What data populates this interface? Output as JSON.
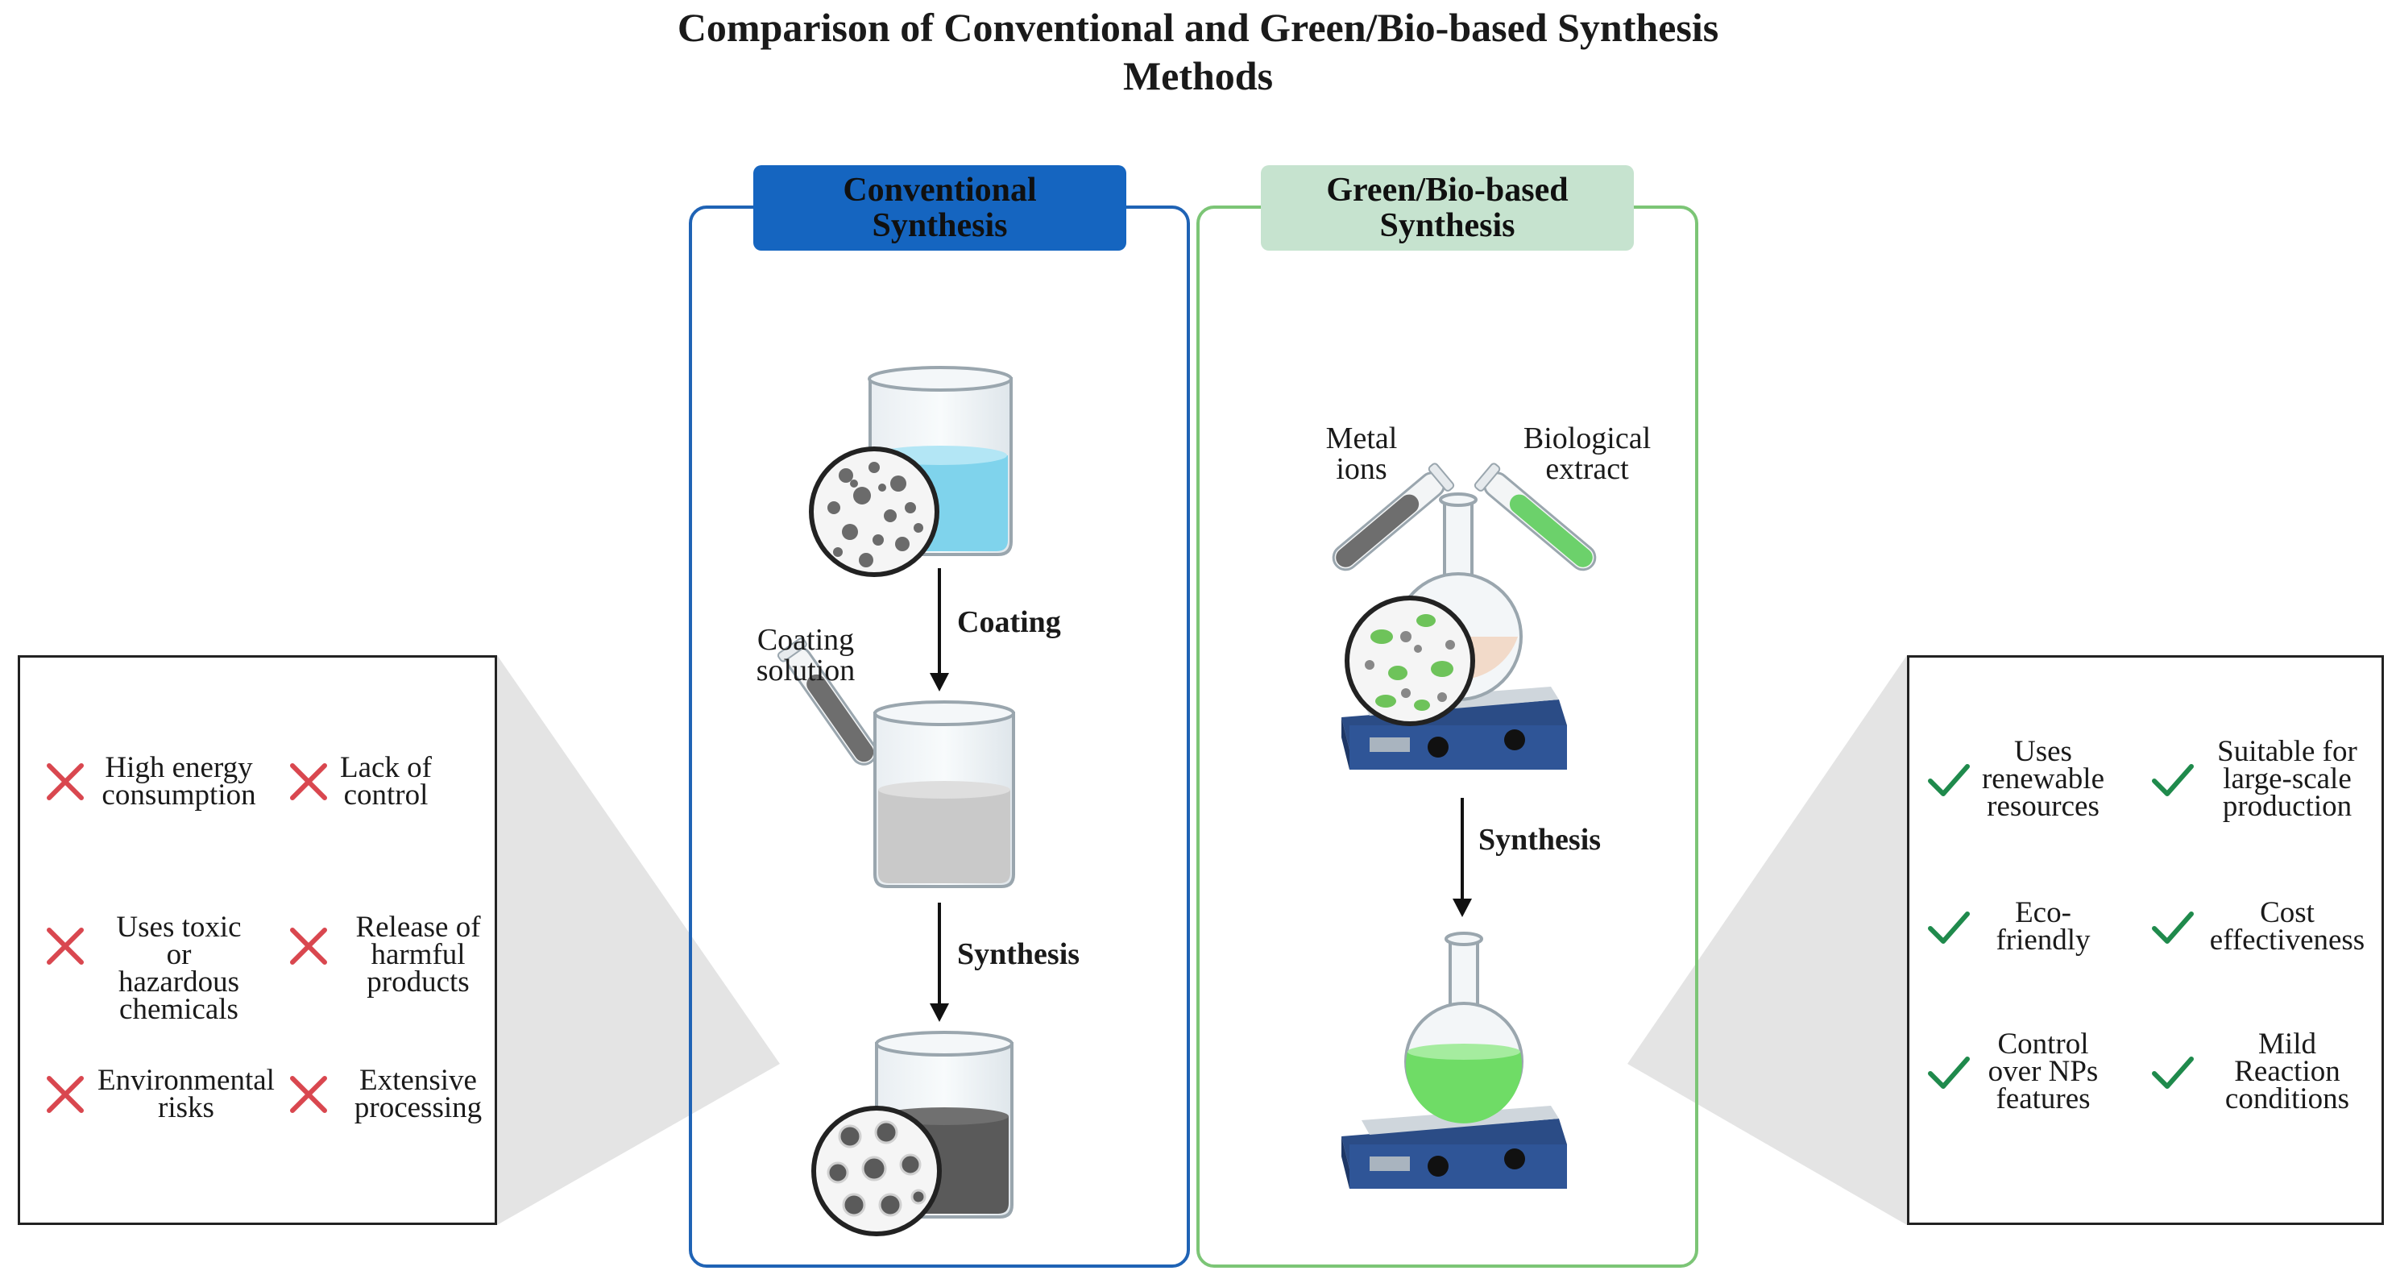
{
  "title": {
    "line1": "Comparison of Conventional and Green/Bio-based Synthesis",
    "line2": "Methods"
  },
  "conventional": {
    "header_line1": "Conventional",
    "header_line2": "Synthesis",
    "step1_label": "Coating",
    "coating_solution_line1": "Coating",
    "coating_solution_line2": "solution",
    "step2_label": "Synthesis"
  },
  "green": {
    "header_line1": "Green/Bio-based",
    "header_line2": "Synthesis",
    "metal_ions_line1": "Metal",
    "metal_ions_line2": "ions",
    "bio_extract_line1": "Biological",
    "bio_extract_line2": "extract",
    "step_label": "Synthesis"
  },
  "disadvantages": [
    {
      "lines": [
        "High energy",
        "consumption"
      ]
    },
    {
      "lines": [
        "Lack of",
        "control"
      ]
    },
    {
      "lines": [
        "Uses toxic",
        "or",
        "hazardous",
        "chemicals"
      ]
    },
    {
      "lines": [
        "Release of",
        "harmful",
        "products"
      ]
    },
    {
      "lines": [
        "Environmental",
        "risks"
      ]
    },
    {
      "lines": [
        "Extensive",
        "processing"
      ]
    }
  ],
  "advantages": [
    {
      "lines": [
        "Uses",
        "renewable",
        "resources"
      ]
    },
    {
      "lines": [
        "Suitable for",
        "large-scale",
        "production"
      ]
    },
    {
      "lines": [
        "Eco-",
        "friendly"
      ]
    },
    {
      "lines": [
        "Cost",
        "effectiveness"
      ]
    },
    {
      "lines": [
        "Control",
        "over NPs",
        "features"
      ]
    },
    {
      "lines": [
        "Mild",
        "Reaction",
        "conditions"
      ]
    }
  ],
  "colors": {
    "conventional_border": "#1f63b5",
    "conventional_header": "#1565c0",
    "green_border": "#7cc576",
    "green_header": "#c6e3cf",
    "cross": "#d9474f",
    "check": "#1f8a4c"
  }
}
